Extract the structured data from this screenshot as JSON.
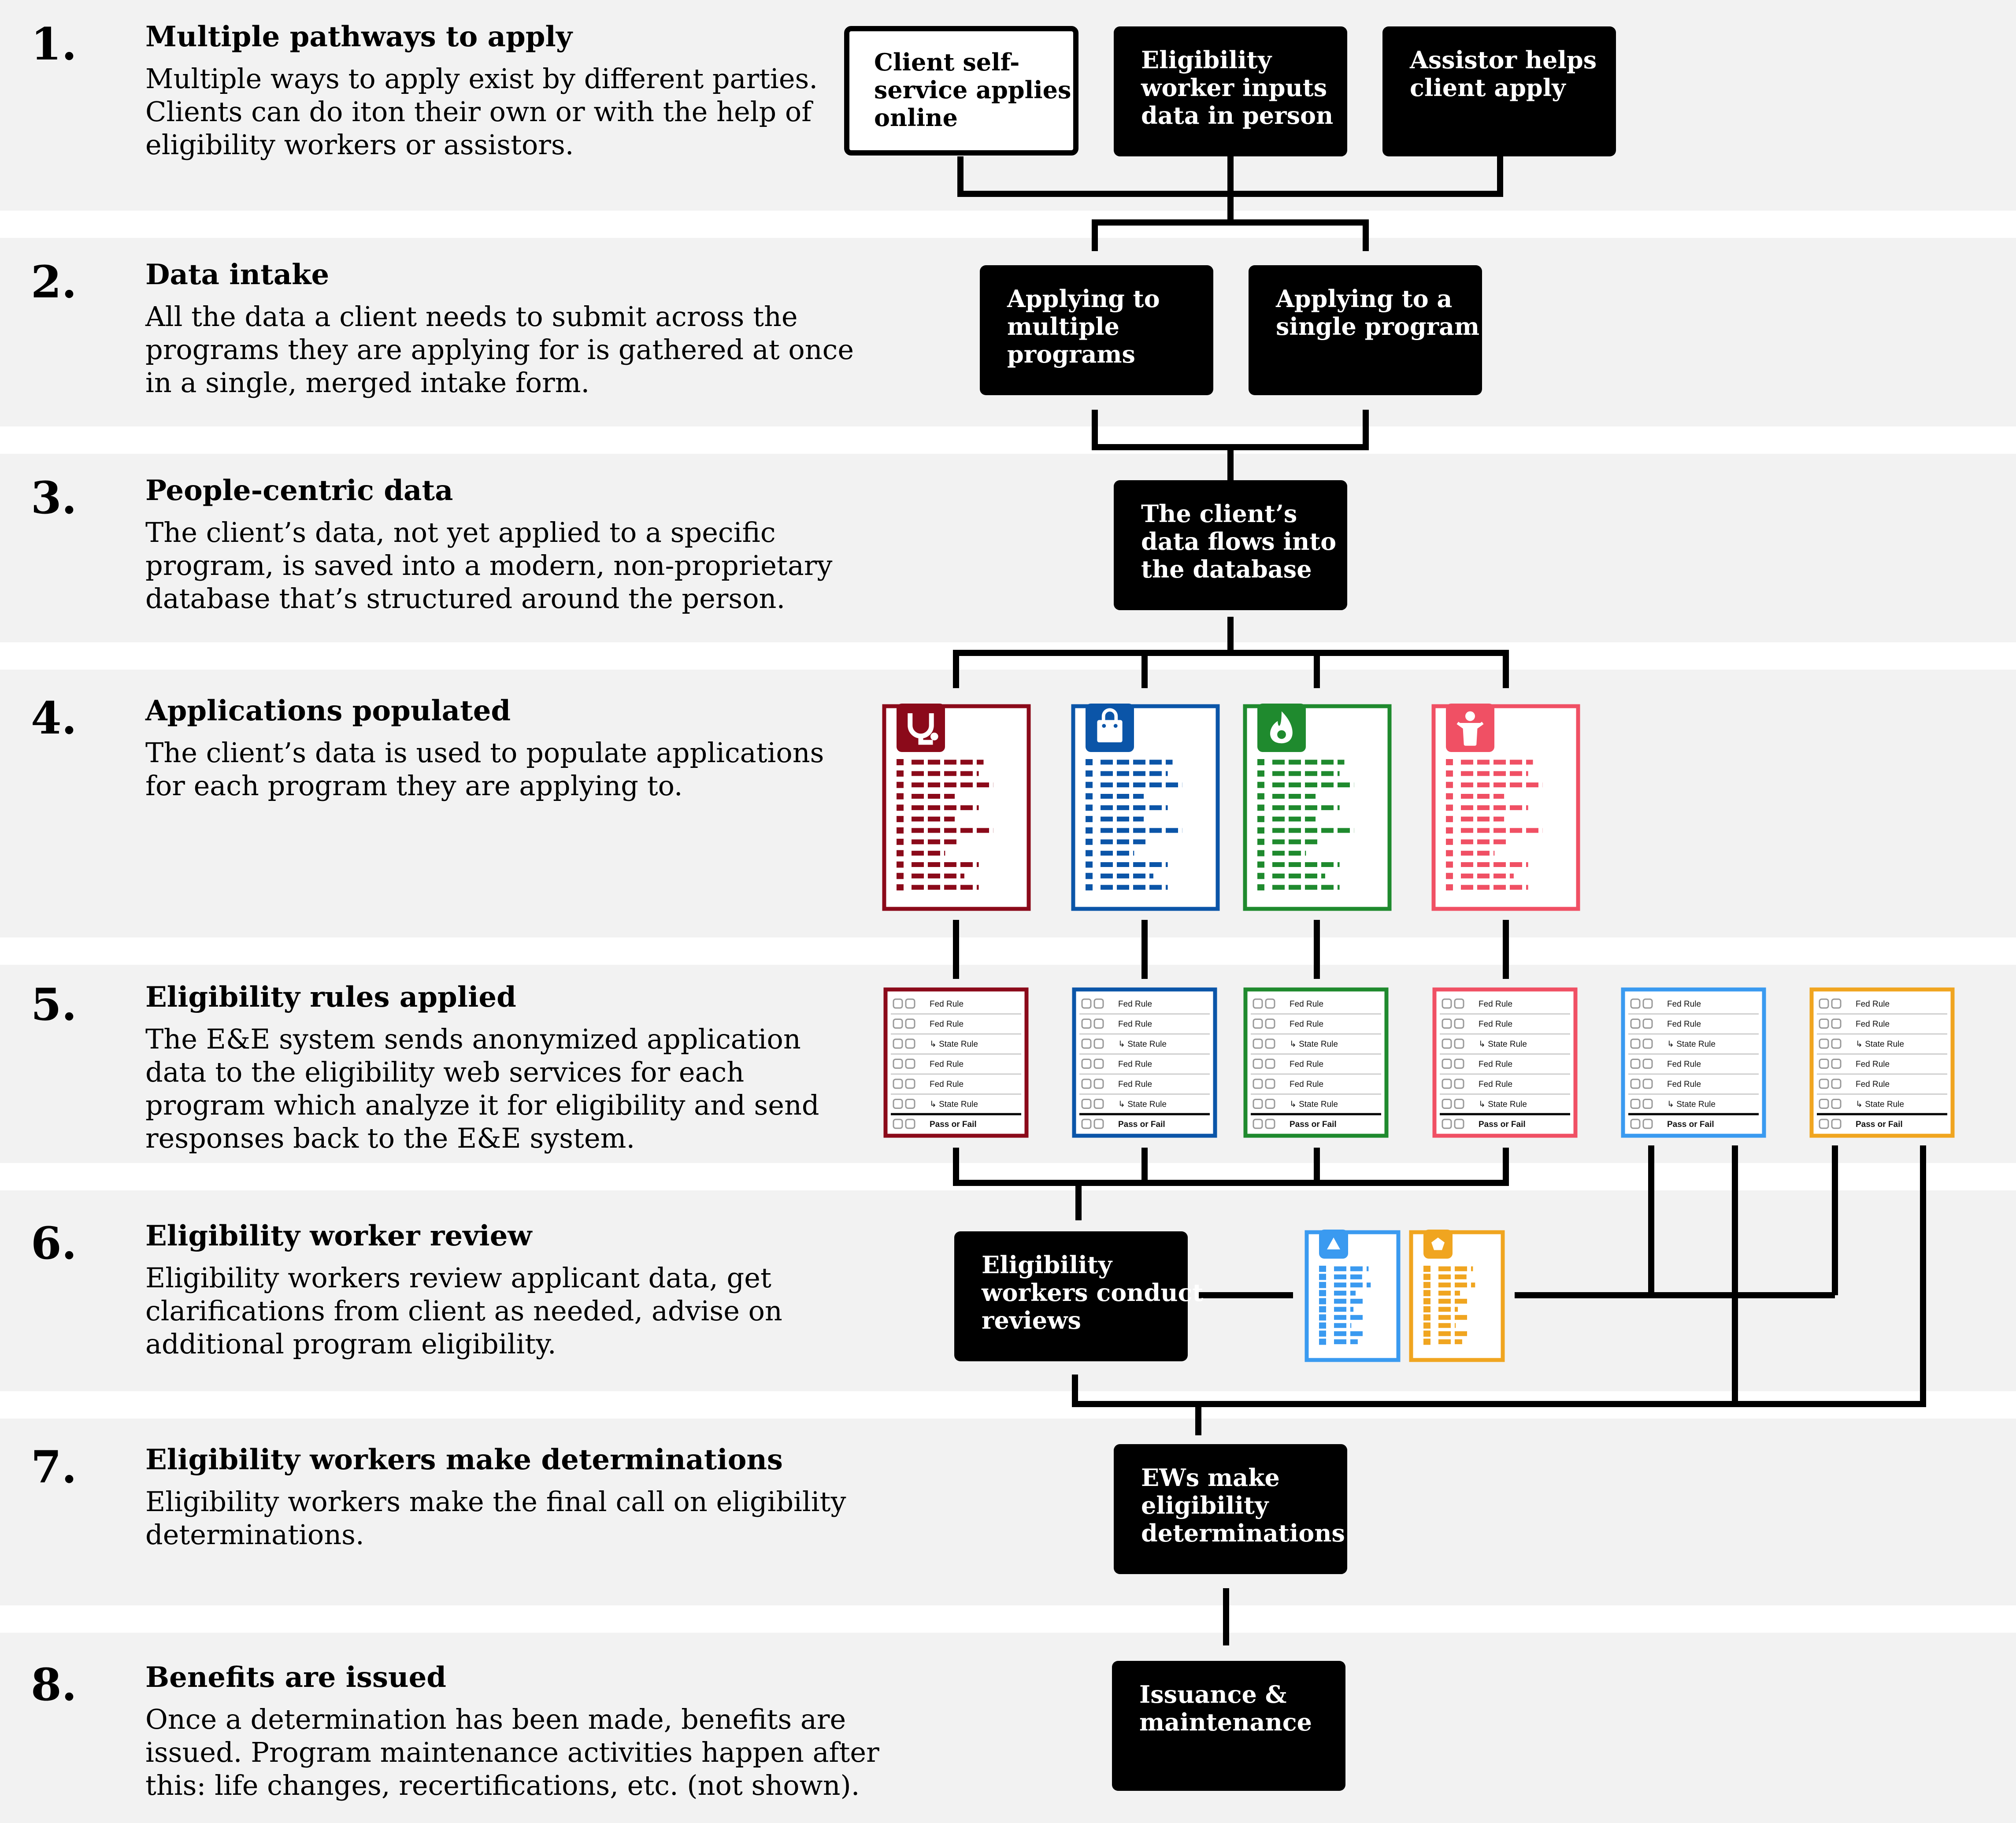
{
  "steps": [
    {
      "number": "1.",
      "title": "Multiple pathways to apply",
      "lines": [
        "Multiple ways to apply exist by different parties.",
        "Clients can do iton their own or with the help of",
        "eligibility workers or assistors."
      ]
    },
    {
      "number": "2.",
      "title": "Data intake",
      "lines": [
        "All the data a client needs to submit across the",
        "programs they are applying for is gathered at once",
        "in a single, merged intake form."
      ]
    },
    {
      "number": "3.",
      "title": "People-centric data",
      "lines": [
        "The client’s data, not yet applied to a specific",
        "program, is saved into a modern, non-proprietary",
        "database that’s structured around the person."
      ]
    },
    {
      "number": "4.",
      "title": "Applications populated",
      "lines": [
        "The client’s data is used to populate applications",
        "for each program they are applying to."
      ]
    },
    {
      "number": "5.",
      "title": "Eligibility rules applied",
      "lines": [
        "The E&E system sends anonymized application",
        "data to the eligibility web services for each",
        "program which analyze it for eligibility and send",
        "responses back to the E&E system."
      ]
    },
    {
      "number": "6.",
      "title": "Eligibility worker review",
      "lines": [
        "Eligibility workers review applicant data, get",
        "clarifications from client as needed, advise on",
        "additional program eligibility."
      ]
    },
    {
      "number": "7.",
      "title": "Eligibility workers make determinations",
      "lines": [
        "Eligibility workers make the final call on eligibility",
        "determinations."
      ]
    },
    {
      "number": "8.",
      "title": "Benefits are issued",
      "lines": [
        "Once a determination has been made, benefits are",
        "issued. Program maintenance activities happen after",
        "this: life changes, recertifications, etc. (not shown)."
      ]
    }
  ],
  "boxes": {
    "client_self_service": [
      "Client self-",
      "service applies",
      "online"
    ],
    "eligibility_worker_inputs": [
      "Eligibility",
      "worker inputs",
      "data in person"
    ],
    "assistor_helps": [
      "Assistor helps",
      "client apply"
    ],
    "multiple_programs": [
      "Applying to",
      "multiple",
      "programs"
    ],
    "single_program": [
      "Applying to a",
      "single program"
    ],
    "database": [
      "The client’s",
      "data flows into",
      "the database"
    ],
    "ew_reviews": [
      "Eligibility",
      "workers conduct",
      "reviews"
    ],
    "determinations": [
      "EWs make",
      "eligibility",
      "determinations"
    ],
    "issuance": [
      "Issuance &",
      "maintenance"
    ]
  },
  "rules": {
    "labels": [
      "Fed Rule",
      "Fed Rule",
      "↳ State Rule",
      "Fed Rule",
      "Fed Rule",
      "↳ State Rule"
    ],
    "result": "Pass or Fail"
  },
  "programs": [
    {
      "name": "health",
      "icon": "stethoscope-icon",
      "color": "#8b0a1a"
    },
    {
      "name": "food",
      "icon": "shopping-bag-icon",
      "color": "#0b55a8"
    },
    {
      "name": "energy",
      "icon": "flame-icon",
      "color": "#1f8a2e"
    },
    {
      "name": "childcare",
      "icon": "child-icon",
      "color": "#f05064"
    },
    {
      "name": "extra-blue",
      "icon": "triangle-icon",
      "color": "#3a9af0"
    },
    {
      "name": "extra-orange",
      "icon": "pentagon-icon",
      "color": "#f0a520"
    }
  ]
}
